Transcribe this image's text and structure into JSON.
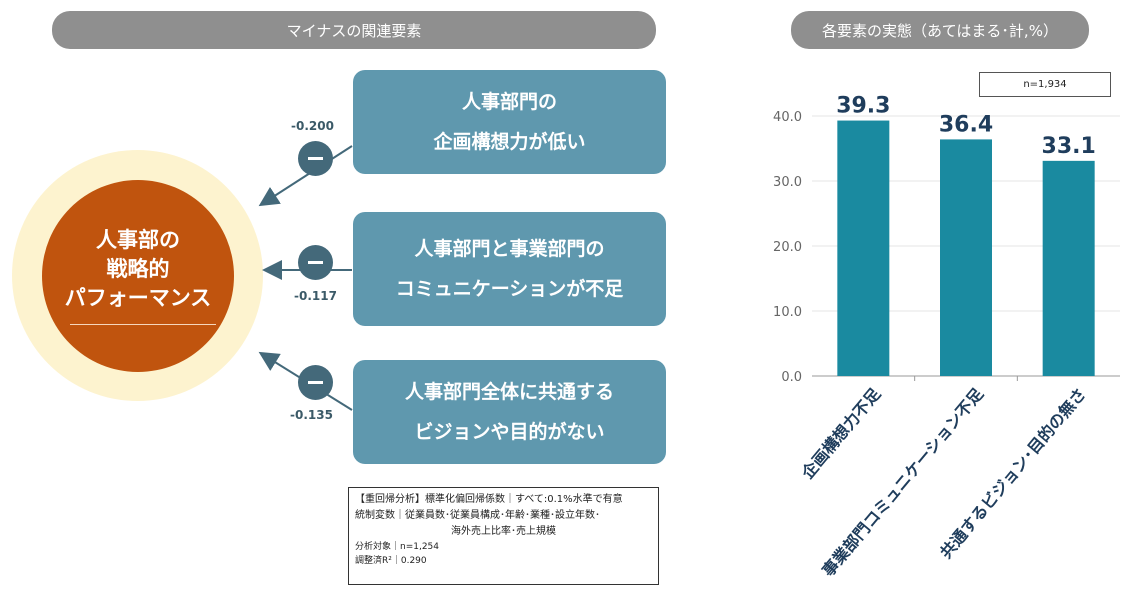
{
  "headers": {
    "left": "マイナスの関連要素",
    "right": "各要素の実態（あてはまる･計,%）"
  },
  "performance": {
    "lines": [
      "人事部の",
      "戦略的",
      "パフォーマンス"
    ]
  },
  "factors": [
    {
      "lines": [
        "人事部門の",
        "企画構想力が低い"
      ],
      "coefficient": "-0.200"
    },
    {
      "lines": [
        "人事部門と事業部門の",
        "コミュニケーションが不足"
      ],
      "coefficient": "-0.117"
    },
    {
      "lines": [
        "人事部門全体に共通する",
        "ビジョンや目的がない"
      ],
      "coefficient": "-0.135"
    }
  ],
  "note": {
    "line1": "【重回帰分析】標準化偏回帰係数｜すべて:0.1%水準で有意",
    "line2": "統制変数｜従業員数･従業員構成･年齢･業種･設立年数･",
    "line3": "海外売上比率･売上規模",
    "line4": "分析対象｜n=1,254",
    "line5": "調整済R²｜0.290"
  },
  "chart_data": {
    "type": "bar",
    "sample_size": "n=1,934",
    "categories": [
      "企画構想力不足",
      "事業部門コミュニケーション不足",
      "共通するビジョン･目的の無さ"
    ],
    "values": [
      39.3,
      36.4,
      33.1
    ],
    "value_labels": [
      "39.3",
      "36.4",
      "33.1"
    ],
    "ylim": [
      0,
      40
    ],
    "yticks": [
      "0.0",
      "10.0",
      "20.0",
      "30.0",
      "40.0"
    ],
    "grid": true,
    "colors": {
      "bar": "#1a8aa0",
      "label": "#1f3d5c",
      "axis": "#666666",
      "grid": "#e4e4e4"
    }
  }
}
